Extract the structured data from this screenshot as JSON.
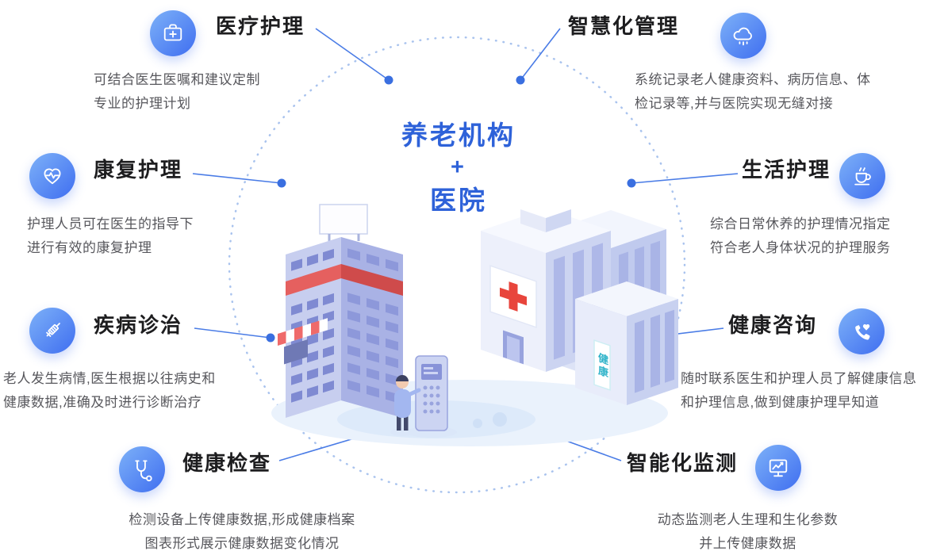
{
  "center": {
    "line1": "养老机构",
    "line2": "+",
    "line3": "医院"
  },
  "illustration": {
    "sign_text": "健康"
  },
  "features": [
    {
      "id": "medical-care",
      "title": "医疗护理",
      "icon": "first-aid-kit-icon",
      "desc": [
        "可结合医生医嘱和建议定制",
        "专业的护理计划"
      ]
    },
    {
      "id": "smart-management",
      "title": "智慧化管理",
      "icon": "cloud-icon",
      "desc": [
        "系统记录老人健康资料、病历信息、体",
        "检记录等,并与医院实现无缝对接"
      ]
    },
    {
      "id": "rehab-care",
      "title": "康复护理",
      "icon": "heart-pulse-icon",
      "desc": [
        "护理人员可在医生的指导下",
        "进行有效的康复护理"
      ]
    },
    {
      "id": "life-care",
      "title": "生活护理",
      "icon": "coffee-cup-icon",
      "desc": [
        "综合日常休养的护理情况指定",
        "符合老人身体状况的护理服务"
      ]
    },
    {
      "id": "disease-treatment",
      "title": "疾病诊治",
      "icon": "syringe-icon",
      "desc": [
        "老人发生病情,医生根据以往病史和",
        "健康数据,准确及时进行诊断治疗"
      ]
    },
    {
      "id": "health-consult",
      "title": "健康咨询",
      "icon": "phone-heart-icon",
      "desc": [
        "随时联系医生和护理人员了解健康信息",
        "和护理信息,做到健康护理早知道"
      ]
    },
    {
      "id": "health-checkup",
      "title": "健康检查",
      "icon": "stethoscope-icon",
      "desc": [
        "检测设备上传健康数据,形成健康档案",
        "图表形式展示健康数据变化情况"
      ]
    },
    {
      "id": "smart-monitoring",
      "title": "智能化监测",
      "icon": "monitor-chart-icon",
      "desc": [
        "动态监测老人生理和生化参数",
        "并上传健康数据"
      ]
    }
  ],
  "colors": {
    "accent_blue": "#3f6ef0",
    "icon_gradient_start": "#7db1f8",
    "icon_gradient_end": "#3f6ef0",
    "title_text": "#1d1d1f",
    "desc_text": "#57575c",
    "dotted_circle": "#a9c3ee",
    "connector": "#4a7ce6",
    "connector_dot": "#3a6fe0",
    "center_text": "#2e62d9",
    "cross_red": "#e8453c",
    "sign_teal": "#2fb3c9"
  }
}
